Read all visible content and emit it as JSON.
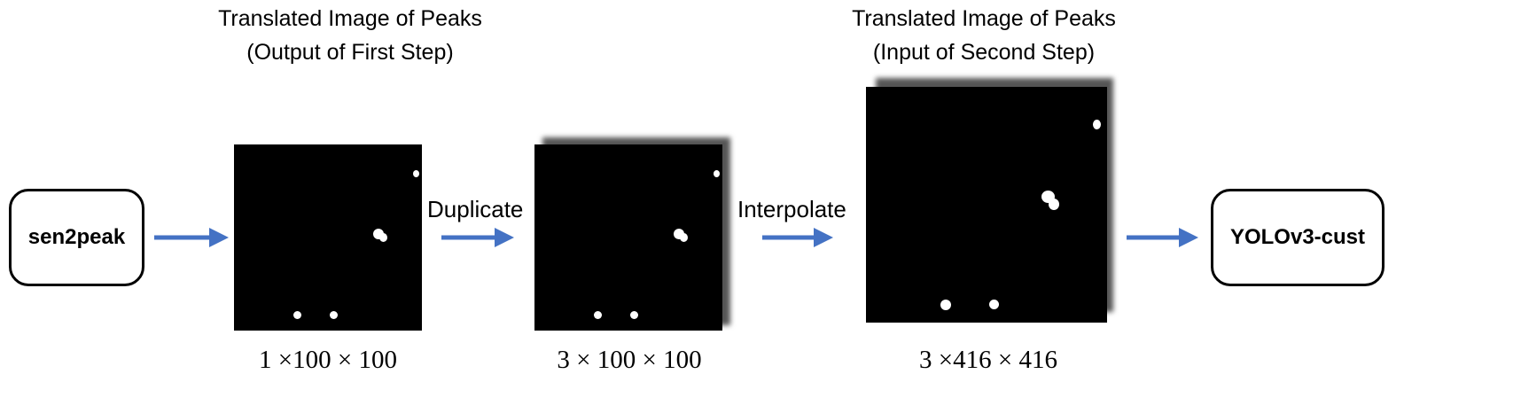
{
  "captions": {
    "first": [
      "Translated Image of Peaks",
      "(Output of First Step)"
    ],
    "second": [
      "Translated Image of Peaks",
      "(Input of Second Step)"
    ]
  },
  "nodes": {
    "source": "sen2peak",
    "target": "YOLOv3-cust"
  },
  "operations": {
    "duplicate": "Duplicate",
    "interpolate": "Interpolate"
  },
  "dimensions": {
    "image1": "1 ×100 × 100",
    "image2": "3 × 100 × 100",
    "image3": "3 ×416 × 416"
  },
  "colors": {
    "arrow": "#4472C4",
    "image_background": "#000000",
    "peak": "#ffffff"
  }
}
